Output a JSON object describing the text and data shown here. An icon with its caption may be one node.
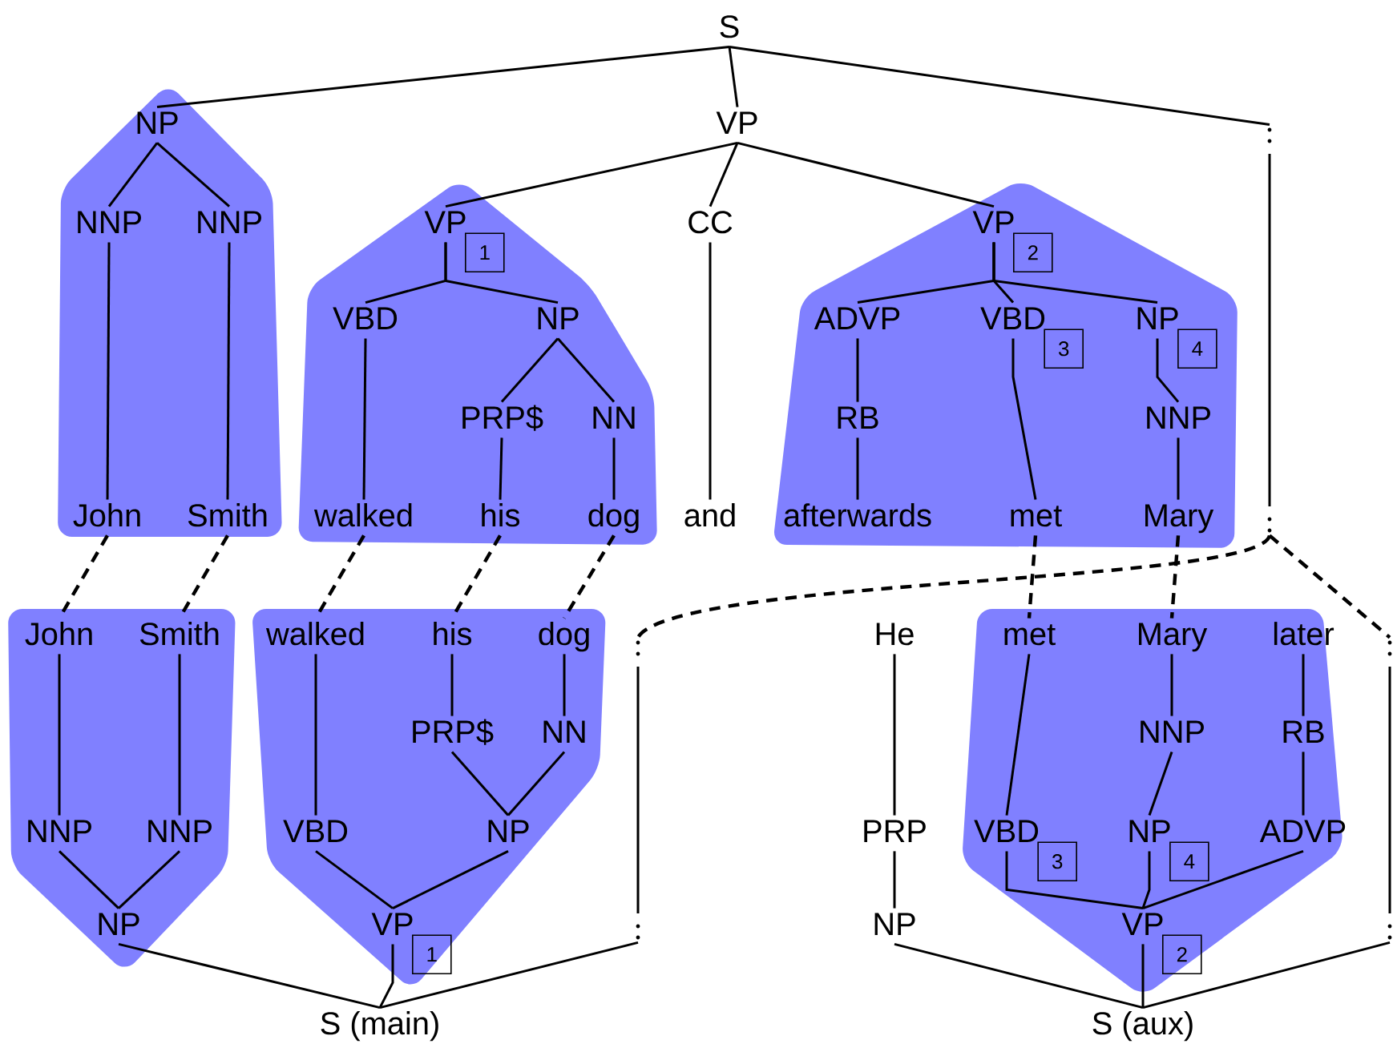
{
  "diagram": {
    "nodes": [
      {
        "text": [
          "S"
        ]
      },
      {
        "text": [
          "VP"
        ]
      },
      {
        "text": [],
        "shape": "polygon"
      },
      {
        "text": [
          "NP"
        ],
        "in": 2
      },
      {
        "text": [
          "NNP"
        ],
        "in": 2
      },
      {
        "text": [
          "NNP"
        ],
        "in": 2
      },
      {
        "text": [
          "John"
        ],
        "in": 2
      },
      {
        "text": [
          "Smith"
        ],
        "in": 2
      },
      {
        "text": [],
        "shape": "polygon"
      },
      {
        "text": [
          "VP"
        ],
        "in": 8,
        "beside": [
          "1"
        ]
      },
      {
        "text": [
          "VBD"
        ],
        "in": 8
      },
      {
        "text": [
          "NP"
        ],
        "in": 8
      },
      {
        "text": [
          "PRP$"
        ],
        "in": 8
      },
      {
        "text": [
          "NN"
        ],
        "in": 8
      },
      {
        "text": [
          "walked"
        ],
        "in": 8
      },
      {
        "text": [
          "his"
        ],
        "in": 8
      },
      {
        "text": [
          "dog"
        ],
        "in": 8
      },
      {
        "text": [
          "CC"
        ]
      },
      {
        "text": [
          "and"
        ]
      },
      {
        "text": [],
        "shape": "polygon"
      },
      {
        "text": [
          "VP"
        ],
        "in": 19,
        "beside": [
          "2"
        ]
      },
      {
        "text": [
          "ADVP"
        ],
        "in": 19
      },
      {
        "text": [
          "VBD"
        ],
        "in": 19,
        "beside": [
          "3"
        ]
      },
      {
        "text": [
          "NP"
        ],
        "in": 19,
        "beside": [
          "4"
        ]
      },
      {
        "text": [
          "RB"
        ],
        "in": 19
      },
      {
        "text": [
          "NNP"
        ],
        "in": 19
      },
      {
        "text": [
          "afterwards"
        ],
        "in": 19
      },
      {
        "text": [
          "met"
        ],
        "in": 19
      },
      {
        "text": [
          "Mary"
        ],
        "in": 19
      },
      {
        "text": [],
        "shape": "bar"
      },
      {
        "text": [],
        "shape": "polygon"
      },
      {
        "text": [
          "John"
        ],
        "in": 30
      },
      {
        "text": [
          "Smith"
        ],
        "in": 30
      },
      {
        "text": [
          "NNP"
        ],
        "in": 30
      },
      {
        "text": [
          "NNP"
        ],
        "in": 30
      },
      {
        "text": [
          "NP"
        ],
        "in": 30
      },
      {
        "text": [],
        "shape": "polygon"
      },
      {
        "text": [
          "walked"
        ],
        "in": 36
      },
      {
        "text": [
          "his"
        ],
        "in": 36
      },
      {
        "text": [
          "dog"
        ],
        "in": 36
      },
      {
        "text": [
          "PRP$"
        ],
        "in": 36
      },
      {
        "text": [
          "NN"
        ],
        "in": 36
      },
      {
        "text": [
          "VBD"
        ],
        "in": 36
      },
      {
        "text": [
          "NP"
        ],
        "in": 36
      },
      {
        "text": [
          "VP"
        ],
        "in": 36,
        "beside": [
          "1"
        ]
      },
      {
        "text": [],
        "shape": "bar"
      },
      {
        "text": [
          "S (main)"
        ]
      },
      {
        "text": [
          "He"
        ]
      },
      {
        "text": [
          "PRP"
        ]
      },
      {
        "text": [
          "NP"
        ]
      },
      {
        "text": [],
        "shape": "polygon"
      },
      {
        "text": [
          "met"
        ],
        "in": 50
      },
      {
        "text": [
          "Mary"
        ],
        "in": 50
      },
      {
        "text": [
          "later"
        ],
        "in": 50
      },
      {
        "text": [
          "NNP"
        ],
        "in": 50
      },
      {
        "text": [
          "RB"
        ],
        "in": 50
      },
      {
        "text": [
          "VBD"
        ],
        "in": 50,
        "beside": [
          "3"
        ]
      },
      {
        "text": [
          "NP"
        ],
        "in": 50,
        "beside": [
          "4"
        ]
      },
      {
        "text": [
          "ADVP"
        ],
        "in": 50
      },
      {
        "text": [
          "VP"
        ],
        "in": 50,
        "beside": [
          "2"
        ]
      },
      {
        "text": [],
        "shape": "bar"
      },
      {
        "text": [
          "S (aux)"
        ]
      }
    ],
    "edges": [
      {
        "from": 0,
        "to": 3,
        "arrow": "none"
      },
      {
        "from": 0,
        "to": 1,
        "arrow": "none"
      },
      {
        "from": 0,
        "to": 29,
        "arrow": "none"
      },
      {
        "from": 3,
        "to": 4,
        "arrow": "none"
      },
      {
        "from": 3,
        "to": 5,
        "arrow": "none"
      },
      {
        "from": 4,
        "to": 6,
        "arrow": "none"
      },
      {
        "from": 5,
        "to": 7,
        "arrow": "none"
      },
      {
        "from": 1,
        "to": 9,
        "arrow": "none"
      },
      {
        "from": 1,
        "to": 17,
        "arrow": "none"
      },
      {
        "from": 1,
        "to": 20,
        "arrow": "none"
      },
      {
        "from": 9,
        "to": 10,
        "arrow": "none"
      },
      {
        "from": 9,
        "to": 11,
        "arrow": "none"
      },
      {
        "from": 11,
        "to": 12,
        "arrow": "none"
      },
      {
        "from": 11,
        "to": 13,
        "arrow": "none"
      },
      {
        "from": 10,
        "to": 14,
        "arrow": "none"
      },
      {
        "from": 12,
        "to": 15,
        "arrow": "none"
      },
      {
        "from": 13,
        "to": 16,
        "arrow": "none"
      },
      {
        "from": 17,
        "to": 18,
        "arrow": "none"
      },
      {
        "from": 20,
        "to": 21,
        "arrow": "none"
      },
      {
        "from": 20,
        "to": 22,
        "arrow": "none"
      },
      {
        "from": 20,
        "to": 23,
        "arrow": "none"
      },
      {
        "from": 21,
        "to": 24,
        "arrow": "none"
      },
      {
        "from": 24,
        "to": 26,
        "arrow": "none"
      },
      {
        "from": 22,
        "to": 27,
        "arrow": "none"
      },
      {
        "from": 23,
        "to": 25,
        "arrow": "none"
      },
      {
        "from": 25,
        "to": 28,
        "arrow": "none"
      },
      {
        "from": 6,
        "to": 31,
        "arrow": "none",
        "style": "dashed"
      },
      {
        "from": 7,
        "to": 32,
        "arrow": "none",
        "style": "dashed"
      },
      {
        "from": 14,
        "to": 37,
        "arrow": "none",
        "style": "dashed"
      },
      {
        "from": 15,
        "to": 38,
        "arrow": "none",
        "style": "dashed"
      },
      {
        "from": 16,
        "to": 39,
        "arrow": "none",
        "style": "dashed"
      },
      {
        "from": 27,
        "to": 51,
        "arrow": "none",
        "style": "dashed"
      },
      {
        "from": 28,
        "to": 52,
        "arrow": "none",
        "style": "dashed"
      },
      {
        "from": 29,
        "to": 45,
        "arrow": "none",
        "style": "dashed"
      },
      {
        "from": 29,
        "to": 60,
        "arrow": "none",
        "style": "dashed"
      },
      {
        "from": 31,
        "to": 33,
        "arrow": "none"
      },
      {
        "from": 32,
        "to": 34,
        "arrow": "none"
      },
      {
        "from": 33,
        "to": 35,
        "arrow": "none"
      },
      {
        "from": 34,
        "to": 35,
        "arrow": "none"
      },
      {
        "from": 37,
        "to": 42,
        "arrow": "none"
      },
      {
        "from": 38,
        "to": 40,
        "arrow": "none"
      },
      {
        "from": 39,
        "to": 41,
        "arrow": "none"
      },
      {
        "from": 40,
        "to": 43,
        "arrow": "none"
      },
      {
        "from": 41,
        "to": 43,
        "arrow": "none"
      },
      {
        "from": 42,
        "to": 44,
        "arrow": "none"
      },
      {
        "from": 43,
        "to": 44,
        "arrow": "none"
      },
      {
        "from": 35,
        "to": 46,
        "arrow": "none"
      },
      {
        "from": 44,
        "to": 46,
        "arrow": "none"
      },
      {
        "from": 45,
        "to": 46,
        "arrow": "none"
      },
      {
        "from": 47,
        "to": 48,
        "arrow": "none"
      },
      {
        "from": 48,
        "to": 49,
        "arrow": "none"
      },
      {
        "from": 51,
        "to": 56,
        "arrow": "none"
      },
      {
        "from": 52,
        "to": 54,
        "arrow": "none"
      },
      {
        "from": 54,
        "to": 57,
        "arrow": "none"
      },
      {
        "from": 53,
        "to": 55,
        "arrow": "none"
      },
      {
        "from": 55,
        "to": 58,
        "arrow": "none"
      },
      {
        "from": 56,
        "to": 59,
        "arrow": "none"
      },
      {
        "from": 57,
        "to": 59,
        "arrow": "none"
      },
      {
        "from": 58,
        "to": 59,
        "arrow": "none"
      },
      {
        "from": 49,
        "to": 61,
        "arrow": "none"
      },
      {
        "from": 59,
        "to": 61,
        "arrow": "none"
      },
      {
        "from": 60,
        "to": 61,
        "arrow": "none"
      }
    ]
  }
}
